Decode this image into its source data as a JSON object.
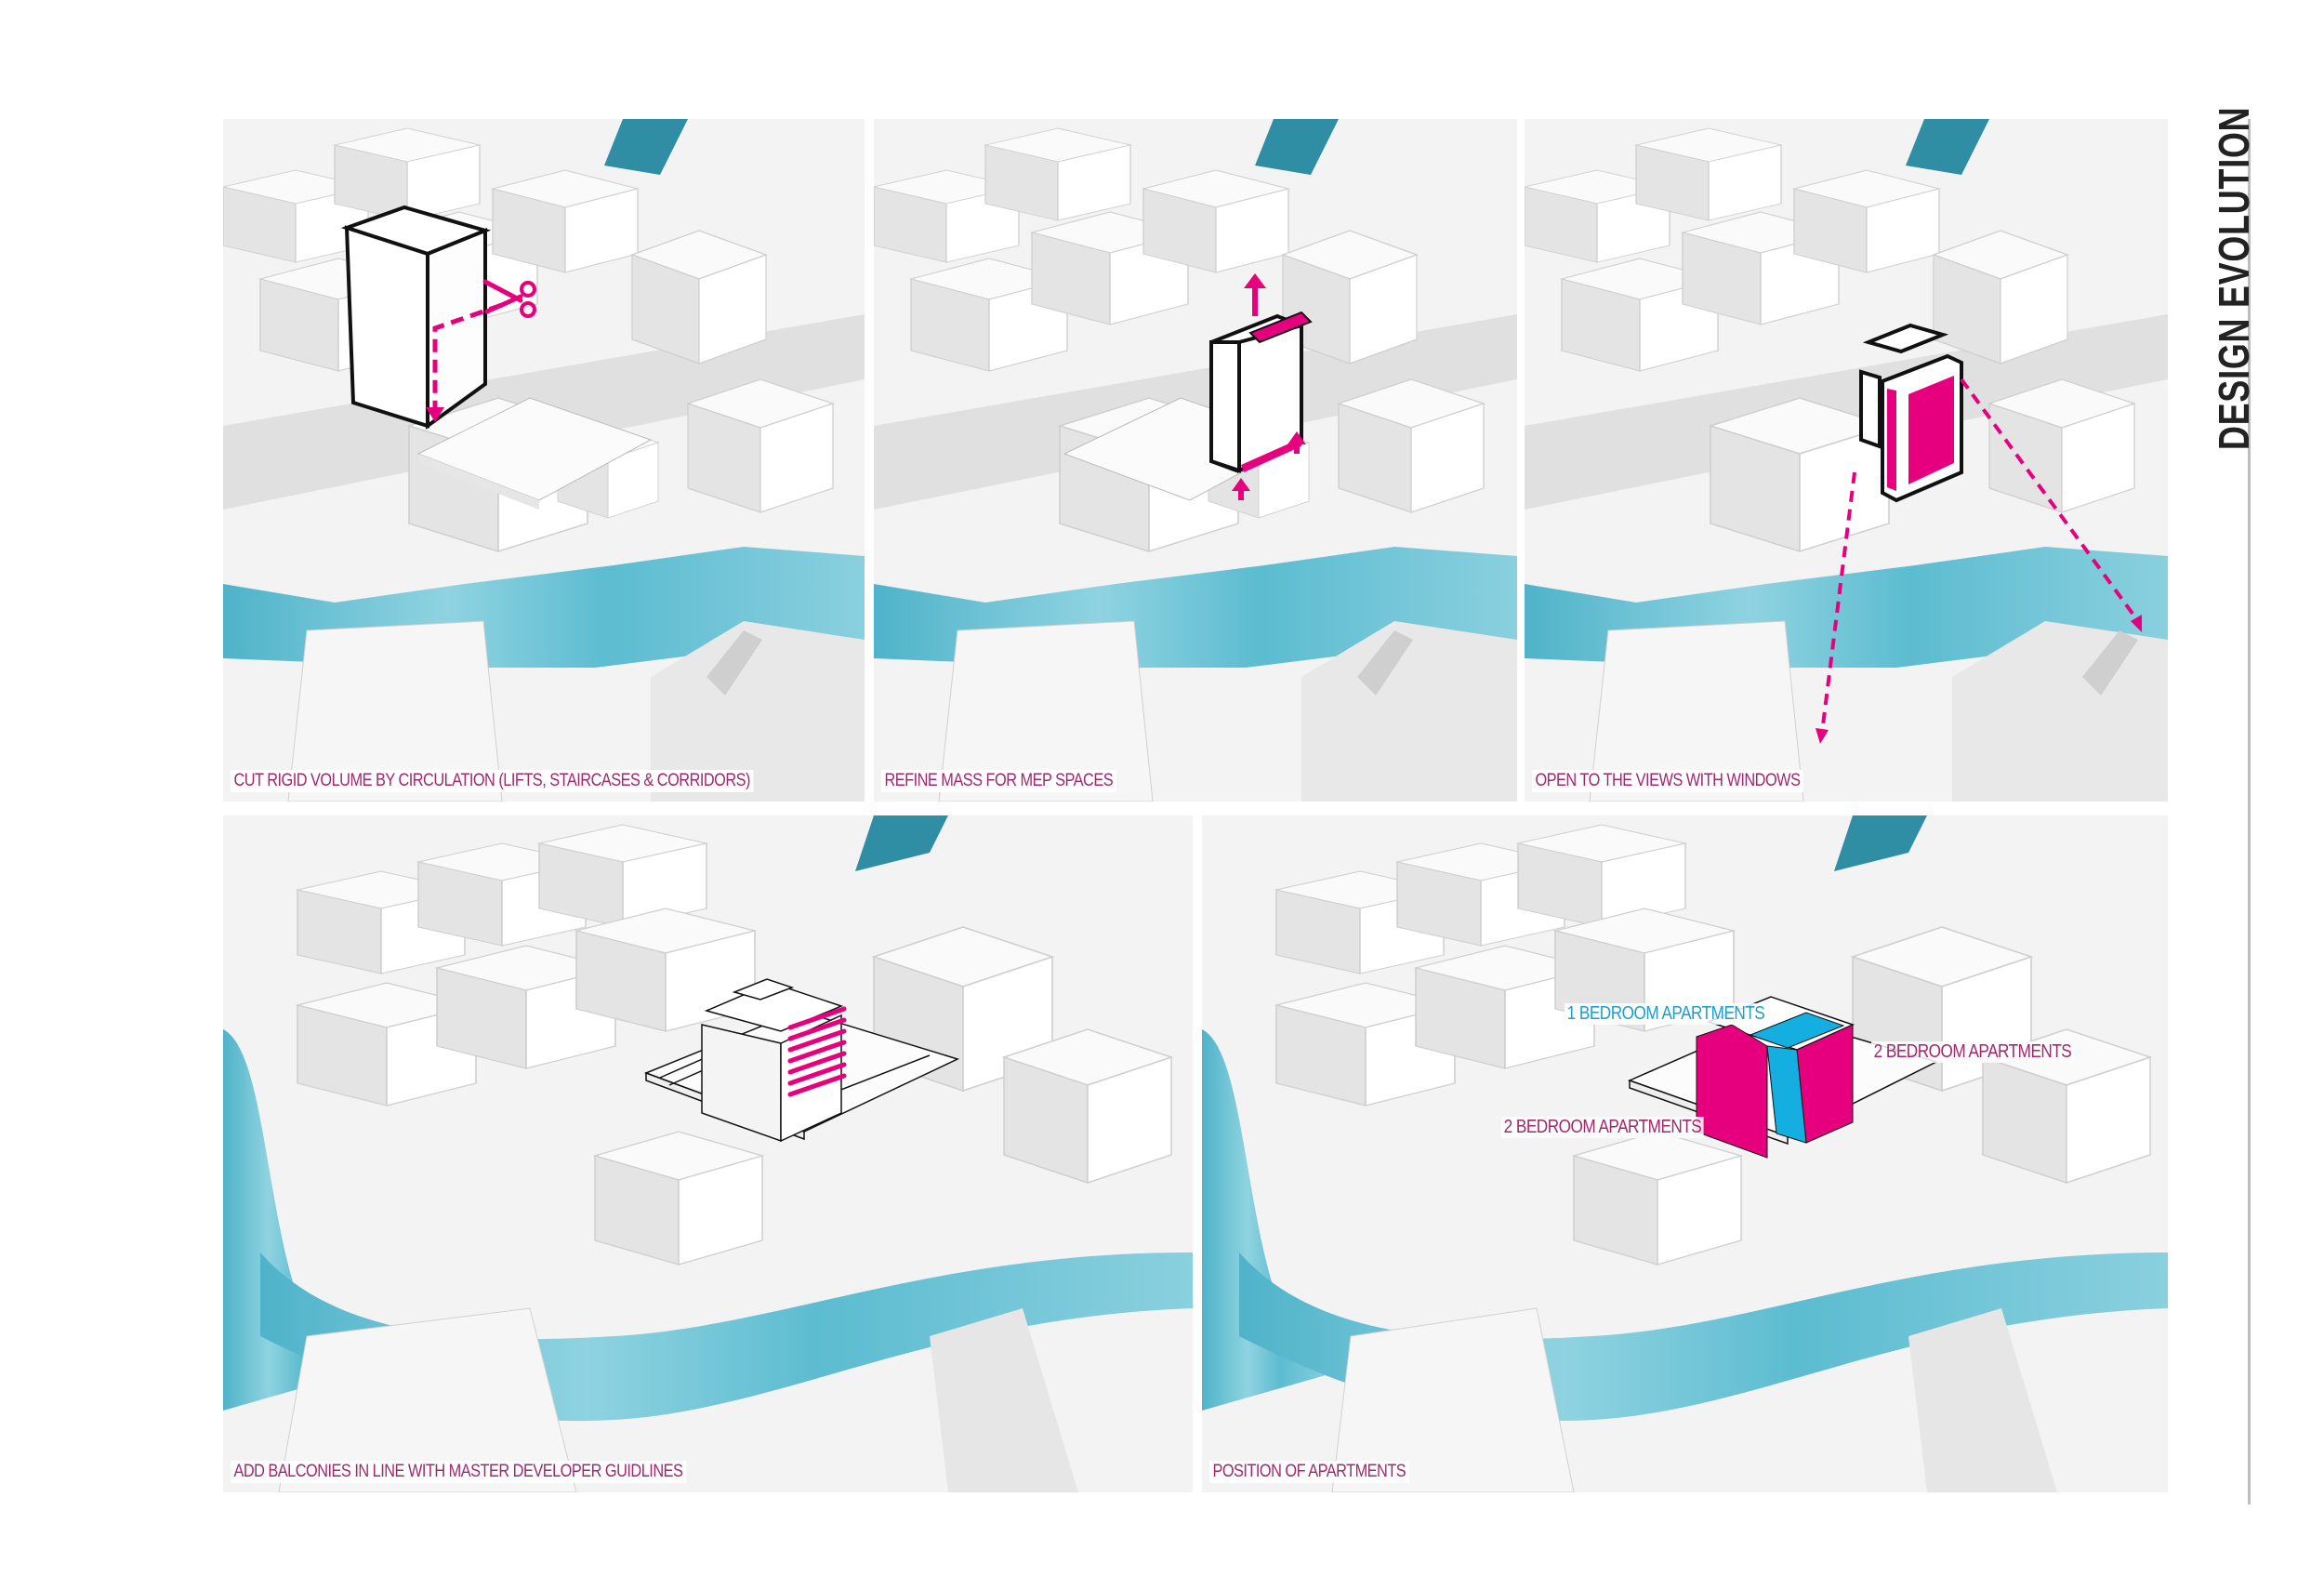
{
  "sheet": {
    "title": "DESIGN EVOLUTION"
  },
  "colors": {
    "accent_magenta": "#e6007e",
    "caption_magenta": "#a0286e",
    "water_cyan": "#6cc4d6",
    "water_dark": "#2f8ea3",
    "apartment_cyan": "#15aee0",
    "label_cyan": "#1e9ec9",
    "title_dark": "#222222",
    "massing_white": "#ffffff",
    "ground_grey": "#f1f1f1"
  },
  "panels": [
    {
      "id": 1,
      "caption": "CUT RIGID VOLUME BY CIRCULATION (LIFTS, STAIRCASES  & CORRIDORS)",
      "icons": [
        "scissors-icon",
        "dashed-arrow-down-icon"
      ]
    },
    {
      "id": 2,
      "caption": "REFINE MASS FOR MEP SPACES",
      "icons": [
        "arrow-up-icon",
        "arrow-up-icon",
        "arrow-up-icon"
      ]
    },
    {
      "id": 3,
      "caption": "OPEN TO THE VIEWS WITH WINDOWS",
      "icons": [
        "dashed-arrow-view-icon",
        "dashed-arrow-view-icon"
      ]
    },
    {
      "id": 4,
      "caption": "ADD BALCONIES IN LINE WITH MASTER DEVELOPER GUIDLINES",
      "icons": [
        "balcony-fins-icon"
      ]
    },
    {
      "id": 5,
      "caption": "POSITION OF APARTMENTS",
      "labels": [
        {
          "text": "1 BEDROOM APARTMENTS",
          "color": "cyan"
        },
        {
          "text": "2 BEDROOM APARTMENTS",
          "color": "magenta"
        },
        {
          "text": "2 BEDROOM APARTMENTS",
          "color": "magenta"
        }
      ]
    }
  ]
}
